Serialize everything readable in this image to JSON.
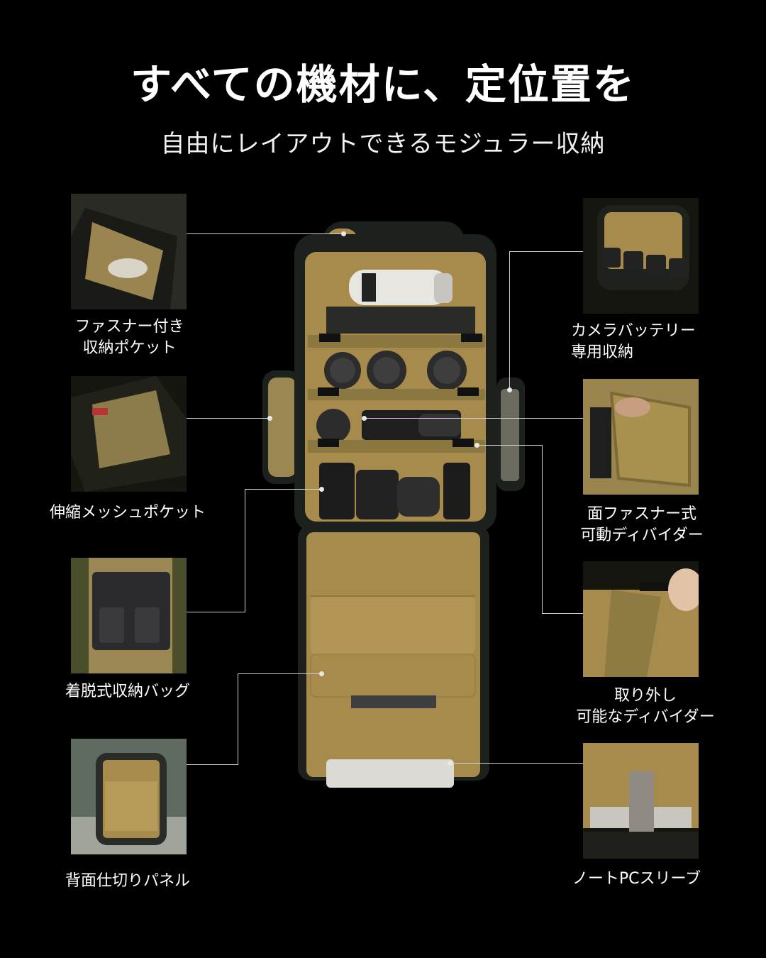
{
  "headline": "すべての機材に、定位置を",
  "subheadline": "自由にレイアウトできるモジュラー収納",
  "features_left": [
    {
      "label_line1": "ファスナー付き",
      "label_line2": "収納ポケット"
    },
    {
      "label_line1": "伸縮メッシュポケット",
      "label_line2": ""
    },
    {
      "label_line1": "着脱式収納バッグ",
      "label_line2": ""
    },
    {
      "label_line1": "背面仕切りパネル",
      "label_line2": ""
    }
  ],
  "features_right": [
    {
      "label_line1": "カメラバッテリー",
      "label_line2": "専用収納"
    },
    {
      "label_line1": "面ファスナー式",
      "label_line2": "可動ディバイダー"
    },
    {
      "label_line1": "取り外し",
      "label_line2": "可能なディバイダー"
    },
    {
      "label_line1": "ノートPCスリーブ",
      "label_line2": ""
    }
  ],
  "colors": {
    "background": "#000000",
    "lining": "#a68b4c",
    "lining_dark": "#7d6a36",
    "bag_shell": "#1d211d",
    "leader_line": "#cfcfcf"
  }
}
